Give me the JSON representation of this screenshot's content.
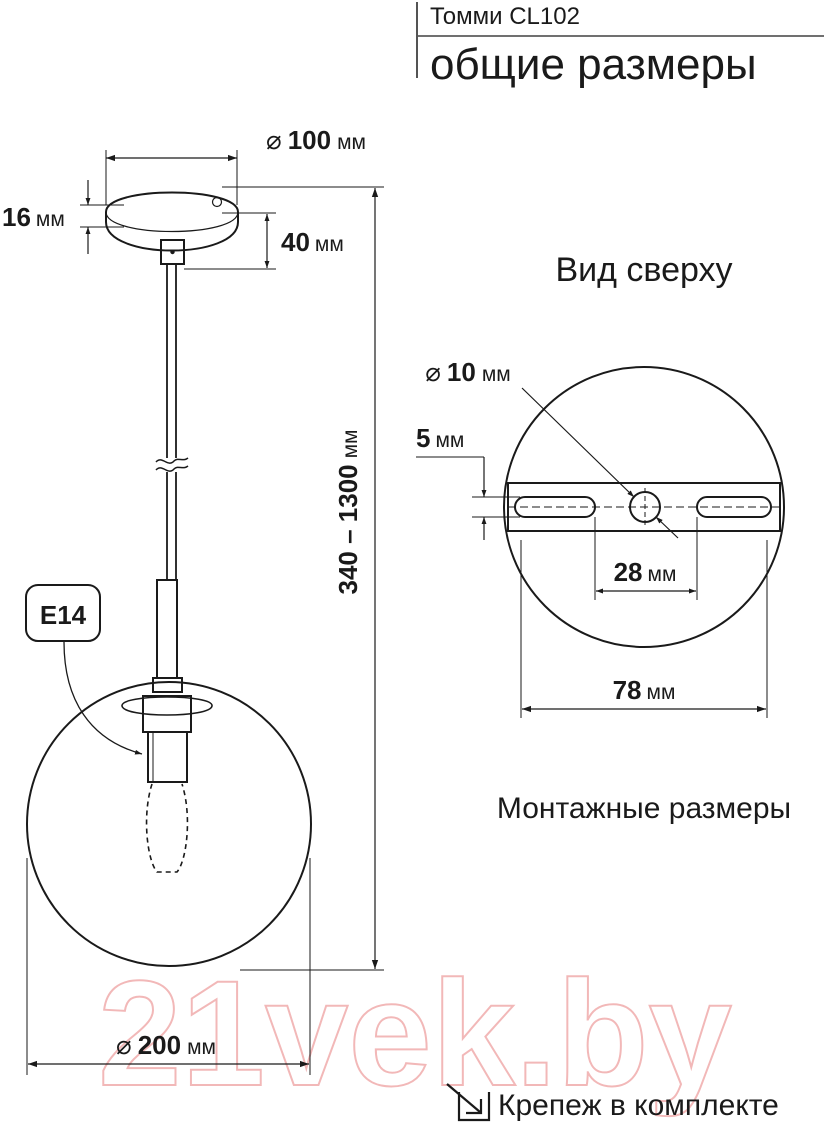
{
  "header": {
    "model": "Томми CL102",
    "subtitle": "общие размеры"
  },
  "views": {
    "top_view_title": "Вид сверху",
    "mounting_title": "Монтажные размеры"
  },
  "dimensions": {
    "canopy_diameter": {
      "symbol": "⌀",
      "value": "100",
      "unit": "мм"
    },
    "canopy_height": {
      "value": "16",
      "unit": "мм"
    },
    "canopy_drop": {
      "value": "40",
      "unit": "мм"
    },
    "total_length": {
      "value": "340 – 1300",
      "unit": "мм"
    },
    "shade_diameter": {
      "symbol": "⌀",
      "value": "200",
      "unit": "мм"
    },
    "hole_diameter": {
      "symbol": "⌀",
      "value": "10",
      "unit": "мм"
    },
    "bar_height": {
      "value": "5",
      "unit": "мм"
    },
    "slot_spacing": {
      "value": "28",
      "unit": "мм"
    },
    "plate_width": {
      "value": "78",
      "unit": "мм"
    }
  },
  "socket": {
    "label": "E14"
  },
  "footer": {
    "label": "Крепеж в комплекте",
    "icon": "arrow-in-box-icon"
  },
  "watermark": {
    "text": "21vek.by"
  }
}
